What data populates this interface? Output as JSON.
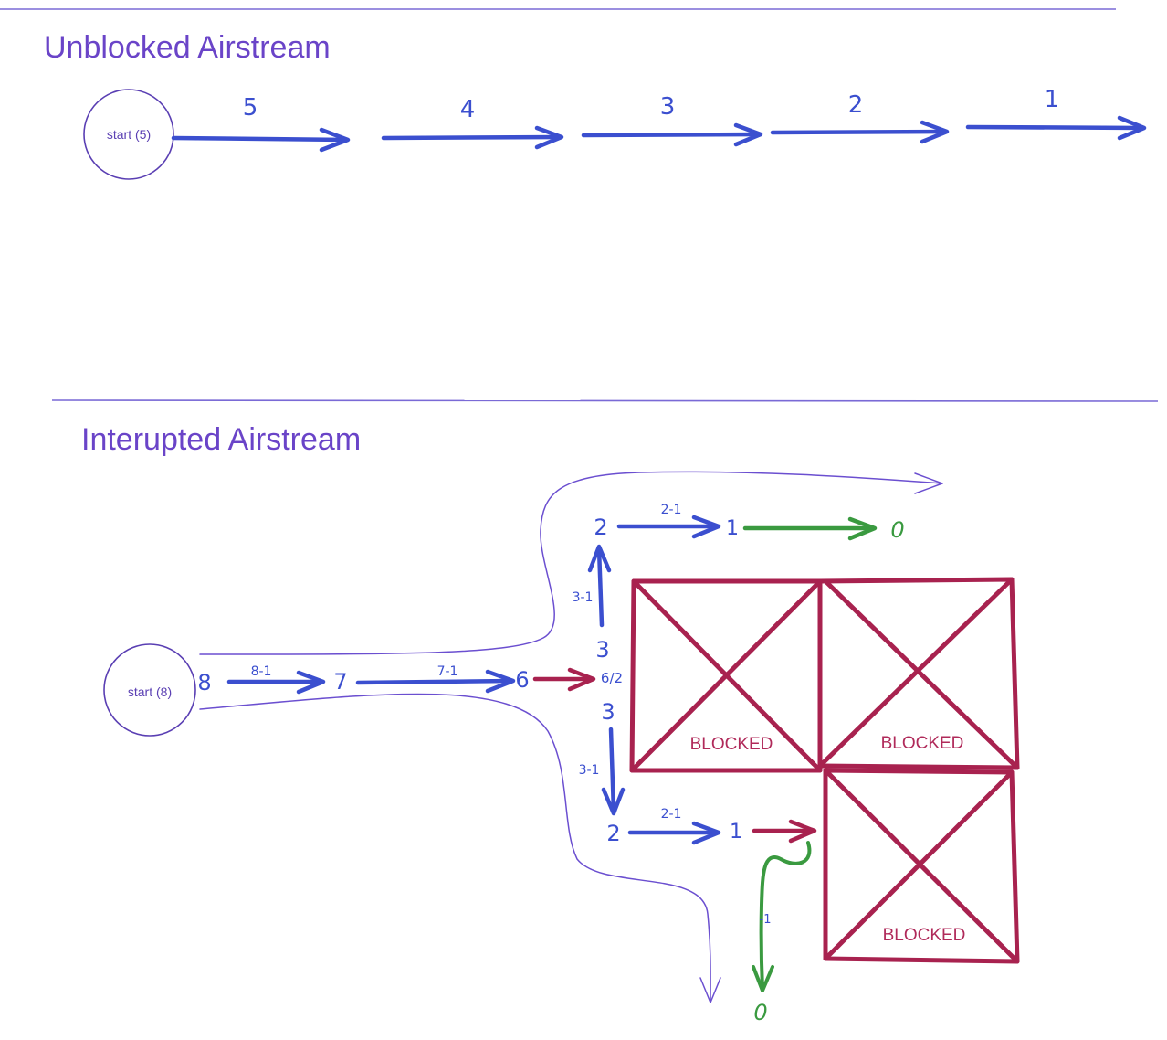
{
  "colors": {
    "title": "#6a44c8",
    "divider": "#7a6ad6",
    "blue_arrow": "#3b4fcf",
    "red_block": "#a8224f",
    "green_arrow": "#3a9a40",
    "flow_line": "#6b4fd0"
  },
  "sections": {
    "unblocked": {
      "title": "Unblocked Airstream",
      "start_label": "start (5)",
      "segment_labels": [
        "5",
        "4",
        "3",
        "2",
        "1"
      ]
    },
    "interrupted": {
      "title": "Interupted Airstream",
      "start_label": "start (8)",
      "values": {
        "v8": "8",
        "v7": "7",
        "v6": "6",
        "v62": "6/2",
        "v3_top": "3",
        "v3_bottom": "3",
        "v2_top": "2",
        "v2_bottom": "2",
        "v1_top": "1",
        "v1_bottom": "1",
        "v0_top": "0",
        "v0_bottom": "0"
      },
      "edge_labels": {
        "e81": "8-1",
        "e71": "7-1",
        "e31_up": "3-1",
        "e31_down": "3-1",
        "e21_top": "2-1",
        "e21_bottom": "2-1",
        "e_minus1": "-1"
      },
      "blocked_labels": [
        "BLOCKED",
        "BLOCKED",
        "BLOCKED"
      ]
    }
  }
}
